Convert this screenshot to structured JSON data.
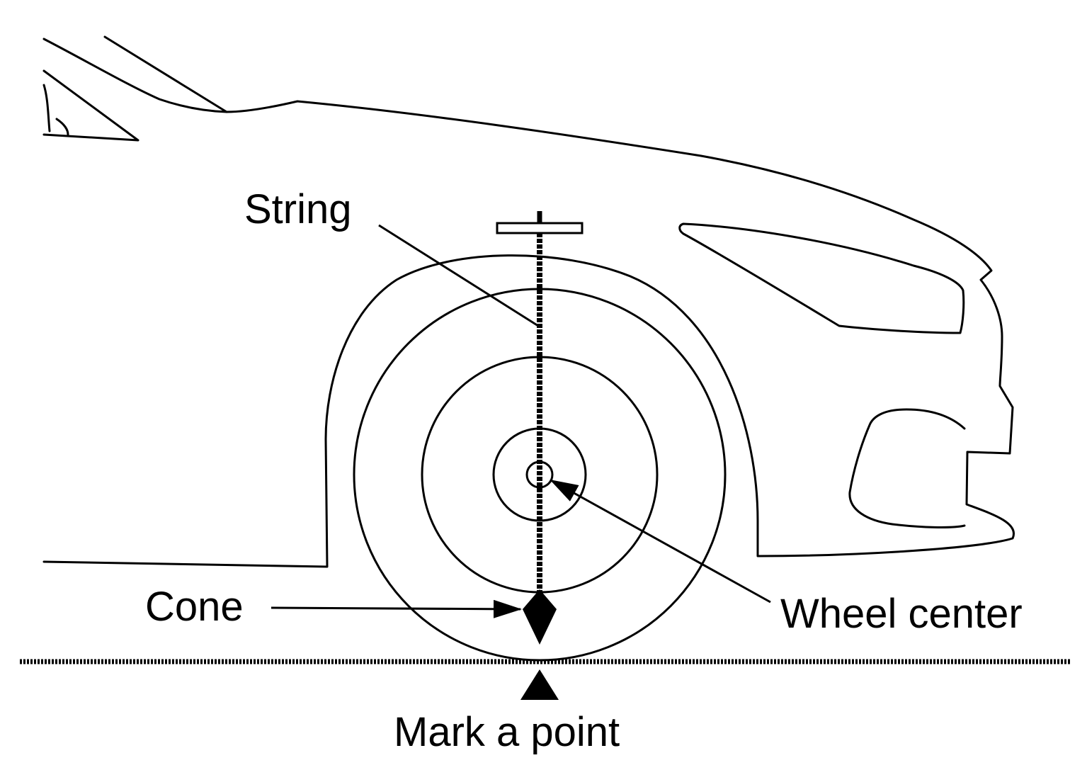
{
  "diagram": {
    "labels": {
      "string": "String",
      "cone": "Cone",
      "wheel_center": "Wheel center",
      "mark_point": "Mark a point"
    },
    "colors": {
      "line": "#000000",
      "background": "#ffffff"
    }
  }
}
